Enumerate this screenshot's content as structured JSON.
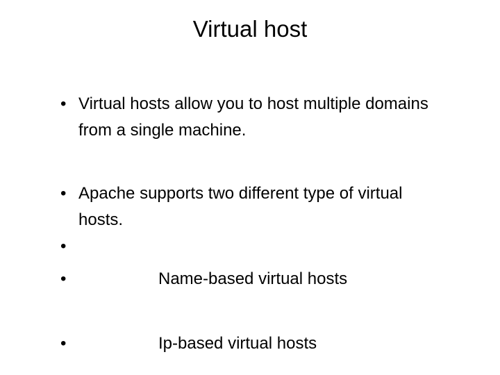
{
  "slide": {
    "title": "Virtual host",
    "background_color": "#ffffff",
    "text_color": "#000000",
    "bullet_glyph": "•",
    "items": [
      {
        "marker": "•",
        "text": "Virtual hosts allow you to host multiple domains from a single machine.",
        "indented": false
      },
      {
        "marker": "•",
        "text": "Apache supports two different type of virtual hosts.",
        "indented": false
      },
      {
        "marker": "•",
        "text": "",
        "indented": false
      },
      {
        "marker": "•",
        "text": "Name-based virtual hosts",
        "indented": true
      },
      {
        "marker": "•",
        "text": "Ip-based virtual hosts",
        "indented": true
      }
    ]
  }
}
